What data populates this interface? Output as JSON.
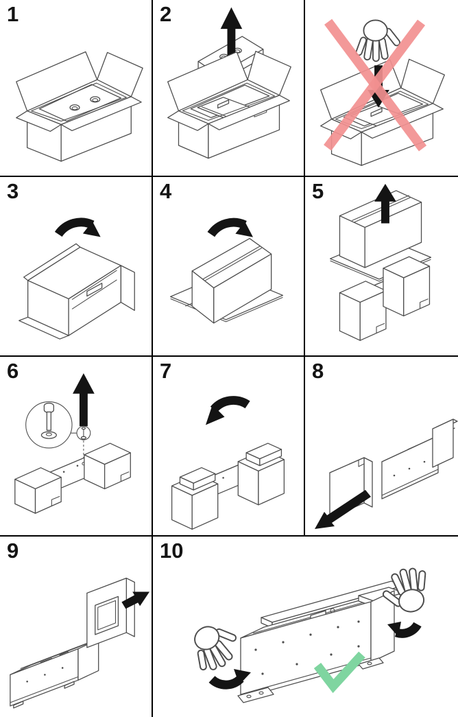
{
  "title_note": "unpacking-instruction-sheet",
  "colors": {
    "background": "#ffffff",
    "grid_line": "#000000",
    "line_art": "#4d4d4d",
    "arrow_black": "#141414",
    "prohibition_red": "#f29090",
    "check_green": "#7fd5a0",
    "step_number": "#141414"
  },
  "panels": [
    {
      "id": "step-1",
      "number": "1",
      "illustration": "open-box-foam-insert-on-top",
      "icons": []
    },
    {
      "id": "step-2",
      "number": "2",
      "illustration": "lift-foam-lid-out-of-box",
      "icons": [
        "up-arrow-icon"
      ]
    },
    {
      "id": "warning",
      "number": "",
      "illustration": "do-not-reach-in-and-lift-unit-by-hand",
      "icons": [
        "hand-icon",
        "down-arrow-icon",
        "prohibition-cross-icon"
      ]
    },
    {
      "id": "step-3",
      "number": "3",
      "illustration": "tip-box-onto-its-side",
      "icons": [
        "rotate-clockwise-arrow-icon"
      ]
    },
    {
      "id": "step-4",
      "number": "4",
      "illustration": "roll-box-upside-down-onto-open-flaps",
      "icons": [
        "rotate-clockwise-arrow-icon"
      ]
    },
    {
      "id": "step-5",
      "number": "5",
      "illustration": "lift-carton-off-unit",
      "icons": [
        "up-arrow-icon"
      ]
    },
    {
      "id": "step-6",
      "number": "6",
      "illustration": "remove-shipping-bolt-and-washer",
      "icons": [
        "up-arrow-icon",
        "magnifier-detail-icon",
        "bolt-icon"
      ]
    },
    {
      "id": "step-7",
      "number": "7",
      "illustration": "rotate-unit-upright",
      "icons": [
        "rotate-counterclockwise-arrow-icon"
      ]
    },
    {
      "id": "step-8",
      "number": "8",
      "illustration": "remove-first-foam-end-cap",
      "icons": [
        "diagonal-arrow-icon"
      ]
    },
    {
      "id": "step-9",
      "number": "9",
      "illustration": "remove-second-foam-end-cap",
      "icons": [
        "diagonal-arrow-icon"
      ]
    },
    {
      "id": "step-10",
      "number": "10",
      "illustration": "carry-unit-with-both-hands-under-base",
      "icons": [
        "hand-icon",
        "hand-icon",
        "curved-arrow-icon",
        "curved-arrow-icon",
        "checkmark-icon"
      ]
    }
  ]
}
